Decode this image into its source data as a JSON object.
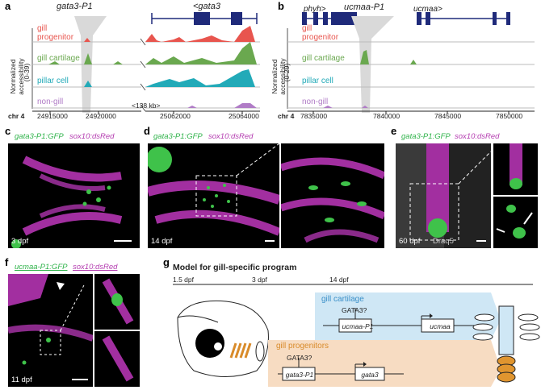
{
  "panels": {
    "a": {
      "letter": "a",
      "peak_label": "gata3-P1",
      "gene_label": "<gata3",
      "y_axis": "Normalized accessibility",
      "y_range": "(0-39)",
      "tracks": [
        "gill progenitor",
        "gill cartilage",
        "pillar cell",
        "non-gill"
      ],
      "track_colors": [
        "#e8554e",
        "#6aa84f",
        "#22aab8",
        "#b07cc6"
      ],
      "chr": "chr 4",
      "ticks_left": [
        "24915000",
        "24920000"
      ],
      "ticks_right": [
        "25062000",
        "25064000"
      ],
      "gap_label": "<138 kb>"
    },
    "b": {
      "letter": "b",
      "gene_labels": [
        "phyh>",
        "ucmaa-P1",
        "ucmaa>"
      ],
      "y_axis": "Normalized accessibility",
      "y_range": "(0-29)",
      "tracks": [
        "gill progenitor",
        "gill cartilage",
        "pillar cell",
        "non-gill"
      ],
      "chr": "chr 4",
      "ticks": [
        "7835000",
        "7840000",
        "7845000",
        "7850000"
      ]
    },
    "c": {
      "letter": "c",
      "title_green": "gata3-P1:GFP",
      "title_magenta": "sox10:dsRed",
      "stage": "3 dpf"
    },
    "d": {
      "letter": "d",
      "title_green": "gata3-P1:GFP",
      "title_magenta": "sox10:dsRed",
      "stage": "14 dpf"
    },
    "e": {
      "letter": "e",
      "title_green": "gata3-P1:GFP",
      "title_magenta": "sox10:dsRed",
      "stage": "60 dpf",
      "stain": "Draq5"
    },
    "f": {
      "letter": "f",
      "title_green": "ucmaa-P1:GFP",
      "title_magenta": "sox10:dsRed",
      "stage": "11 dpf"
    },
    "g": {
      "letter": "g",
      "title": "Model for gill-specific program",
      "timeline": [
        "1.5 dpf",
        "3 dpf",
        "14 dpf"
      ],
      "cartilage_label": "gill cartilage",
      "progenitor_label": "gill progenitors",
      "factor_top": "GATA3?",
      "factor_bottom": "GATA3?",
      "enhancer_top": "ucmaa-P1",
      "gene_top": "ucmaa",
      "enhancer_bottom": "gata3-P1",
      "gene_bottom": "gata3"
    }
  }
}
